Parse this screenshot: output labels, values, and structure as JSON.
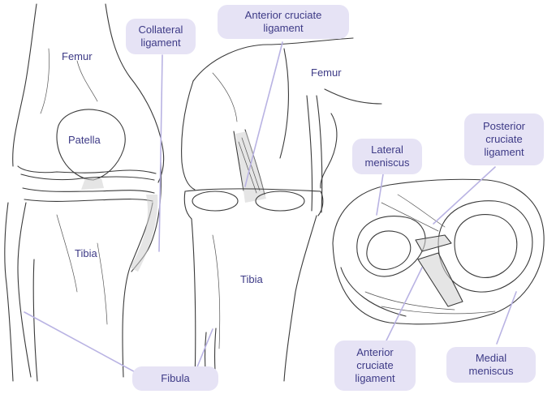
{
  "labels": {
    "femur_front": "Femur",
    "patella": "Patella",
    "tibia_front": "Tibia",
    "collateral_ligament": [
      "Collateral",
      "ligament"
    ],
    "fibula": "Fibula",
    "acl_top": [
      "Anterior cruciate",
      "ligament"
    ],
    "femur_side": "Femur",
    "tibia_side": "Tibia",
    "lateral_meniscus": [
      "Lateral",
      "meniscus"
    ],
    "posterior_cruciate_ligament": [
      "Posterior",
      "cruciate",
      "ligament"
    ],
    "acl_bottom": [
      "Anterior",
      "cruciate",
      "ligament"
    ],
    "medial_meniscus": [
      "Medial",
      "meniscus"
    ]
  },
  "colors": {
    "label_text": "#3d3a86",
    "callout_fill": "#e6e3f5",
    "leader_line": "#b9b3e3"
  }
}
